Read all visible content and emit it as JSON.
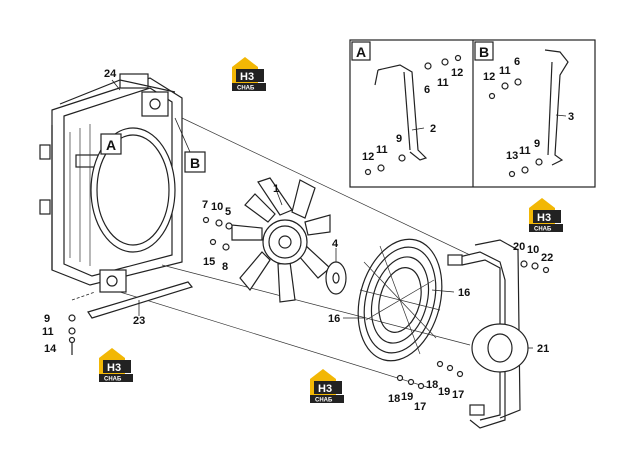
{
  "callouts": {
    "c1": "1",
    "c2": "2",
    "c3": "3",
    "c4": "4",
    "c5": "5",
    "c6a": "6",
    "c6b": "6",
    "c7": "7",
    "c8": "8",
    "c9a": "9",
    "c9b": "9",
    "c9c": "9",
    "c10a": "10",
    "c10b": "10",
    "c11a": "11",
    "c11b": "11",
    "c11c": "11",
    "c11d": "11",
    "c11e": "11",
    "c12a": "12",
    "c12b": "12",
    "c12c": "12",
    "c13": "13",
    "c14": "14",
    "c15": "15",
    "c16a": "16",
    "c16b": "16",
    "c17a": "17",
    "c17b": "17",
    "c18a": "18",
    "c18b": "18",
    "c19a": "19",
    "c19b": "19",
    "c20": "20",
    "c21": "21",
    "c22": "22",
    "c23": "23",
    "c24": "24"
  },
  "views": {
    "detail_a": "A",
    "detail_b": "B",
    "marker_a": "A",
    "marker_b": "B"
  },
  "watermark": {
    "logo_text": "H3",
    "logo_sub": "СНАБ",
    "brand_color": "#f2b705"
  }
}
